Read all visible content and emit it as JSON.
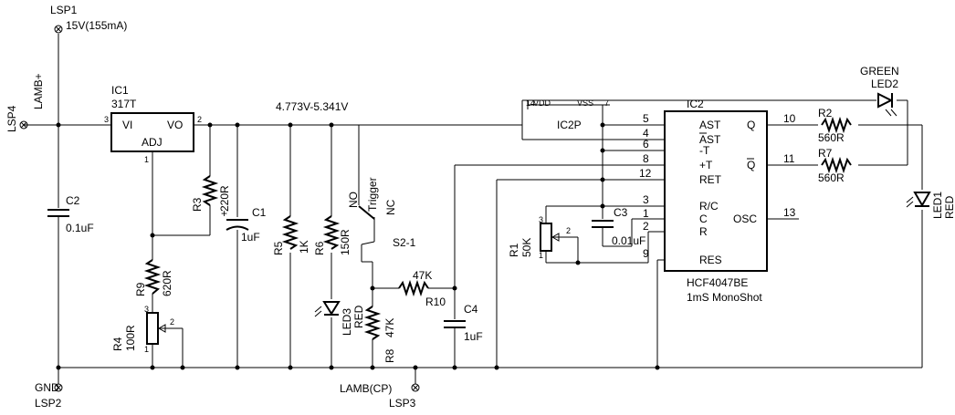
{
  "probes": {
    "lsp1": {
      "name": "LSP1",
      "note": "15V(155mA)"
    },
    "lsp4": {
      "name": "LSP4",
      "net": "LAMB+"
    },
    "lsp2": {
      "name": "LSP2",
      "net": "GND"
    },
    "lsp3": {
      "name": "LSP3",
      "net": "LAMB(CP)"
    }
  },
  "rail_label": "4.773V-5.341V",
  "ic1": {
    "ref": "IC1",
    "part": "317T",
    "vi": "VI",
    "vo": "VO",
    "adj": "ADJ",
    "pin_vi": "3",
    "pin_vo": "2",
    "pin_adj": "1"
  },
  "ic2": {
    "ref": "IC2",
    "part": "HCF4047BE",
    "desc": "1mS MonoShot",
    "pins": {
      "ast": {
        "label": "AST",
        "num": "5"
      },
      "astn": {
        "label": "AST",
        "num": "4"
      },
      "tm": {
        "label": "-T",
        "num": "6"
      },
      "tp": {
        "label": "+T",
        "num": "8"
      },
      "ret": {
        "label": "RET",
        "num": "12"
      },
      "rc": {
        "label": "R/C",
        "num": "3"
      },
      "c": {
        "label": "C",
        "num": "1"
      },
      "r": {
        "label": "R",
        "num": "2"
      },
      "res": {
        "label": "RES",
        "num": "9"
      },
      "q": {
        "label": "Q",
        "num": "10"
      },
      "qn": {
        "label": "Q",
        "num": "11"
      },
      "osc": {
        "label": "OSC",
        "num": "13"
      }
    }
  },
  "ic2p": {
    "name": "IC2P",
    "vdd": "VDD",
    "vss": "VSS",
    "pin_vdd": "14",
    "pin_vss": "7"
  },
  "parts": {
    "c2": {
      "ref": "C2",
      "value": "0.1uF"
    },
    "c1": {
      "ref": "C1",
      "value": "1uF",
      "plus": "+"
    },
    "c3": {
      "ref": "C3",
      "value": "0.01uF"
    },
    "c4": {
      "ref": "C4",
      "value": "1uF"
    },
    "r3": {
      "ref": "R3",
      "value": "220R"
    },
    "r9": {
      "ref": "R9",
      "value": "620R"
    },
    "r4": {
      "ref": "R4",
      "value": "100R",
      "p1": "1",
      "p2": "2",
      "p3": "3"
    },
    "r5": {
      "ref": "R5",
      "value": "1K"
    },
    "r6": {
      "ref": "R6",
      "value": "150R"
    },
    "r8": {
      "ref": "R8",
      "value": "47K"
    },
    "r10": {
      "ref": "R10",
      "value": "47K"
    },
    "r1": {
      "ref": "R1",
      "value": "50K",
      "p1": "1",
      "p2": "2",
      "p3": "3"
    },
    "r2": {
      "ref": "R2",
      "value": "560R"
    },
    "r7": {
      "ref": "R7",
      "value": "560R"
    },
    "led3": {
      "ref": "LED3",
      "color": "RED"
    },
    "led2": {
      "ref": "LED2",
      "color": "GREEN"
    },
    "led1": {
      "ref": "LED1",
      "color": "RED"
    },
    "s2": {
      "ref": "S2-1",
      "name": "Trigger",
      "no": "NO",
      "nc": "NC"
    }
  }
}
